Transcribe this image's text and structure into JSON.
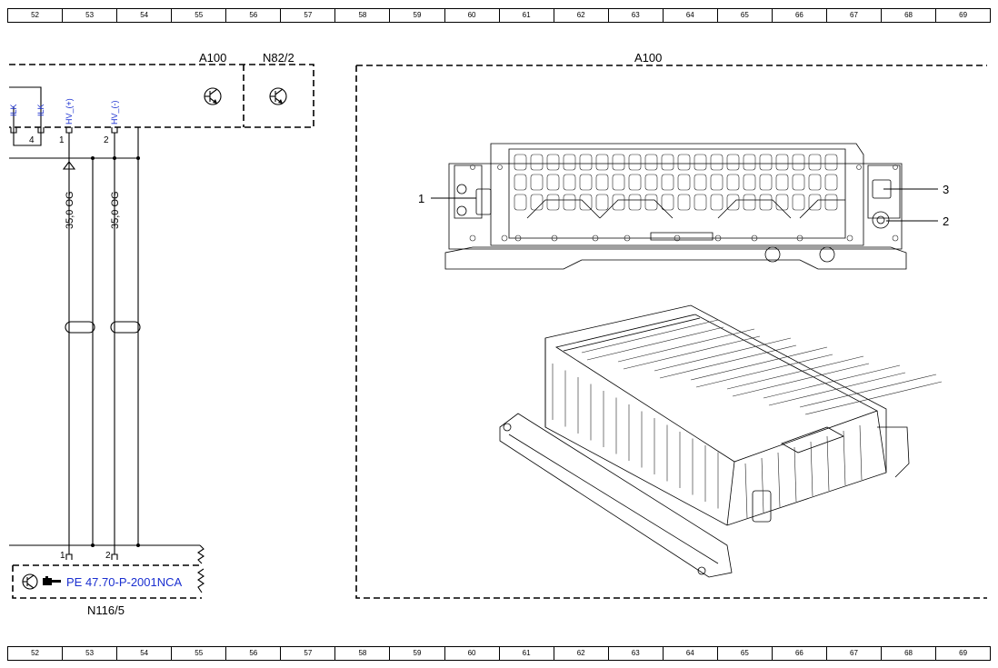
{
  "ruler": {
    "top": [
      "52",
      "53",
      "54",
      "55",
      "56",
      "57",
      "58",
      "59",
      "60",
      "61",
      "62",
      "63",
      "64",
      "65",
      "66",
      "67",
      "68",
      "69"
    ],
    "bottom": [
      "52",
      "53",
      "54",
      "55",
      "56",
      "57",
      "58",
      "59",
      "60",
      "61",
      "62",
      "63",
      "64",
      "65",
      "66",
      "67",
      "68",
      "69"
    ]
  },
  "components": {
    "a100_small": "A100",
    "n82_2": "N82/2",
    "a100_large": "A100",
    "n116_5": "N116/5"
  },
  "connector_top": {
    "signals": [
      "ILK",
      "ILK",
      "HV_(+)",
      "HV_(-)"
    ],
    "pins": [
      "4",
      "1",
      "2"
    ]
  },
  "wires": [
    "35,0 OG",
    "35,0 OG"
  ],
  "connector_bottom": {
    "pins": [
      "1",
      "2"
    ]
  },
  "reference_link": "PE 47.70-P-2001NCA",
  "callouts": [
    "1",
    "3",
    "2"
  ],
  "colors": {
    "line": "#000000",
    "signal_text": "#1a2fd0",
    "link_text": "#1a2fd0"
  },
  "icons": [
    "transistor-symbol-icon",
    "reference-hand-icon"
  ]
}
